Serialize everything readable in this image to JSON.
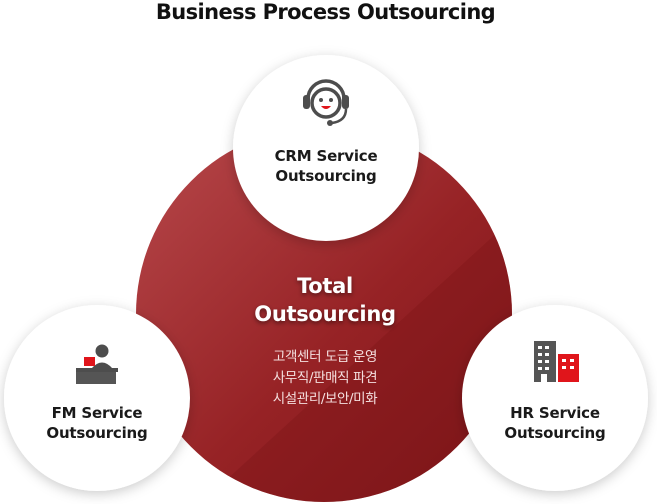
{
  "title": "Business Process Outsourcing",
  "center": {
    "line1": "Total",
    "line2": "Outsourcing",
    "desc": [
      "고객센터 도급 운영",
      "사무직/판매직 파견",
      "시설관리/보안/미화"
    ]
  },
  "services": {
    "crm": {
      "line1": "CRM Service",
      "line2": "Outsourcing",
      "icon": "headset-icon"
    },
    "fm": {
      "line1": "FM Service",
      "line2": "Outsourcing",
      "icon": "office-worker-icon"
    },
    "hr": {
      "line1": "HR Service",
      "line2": "Outsourcing",
      "icon": "buildings-icon"
    }
  },
  "colors": {
    "accent_red": "#e0151b",
    "center_dark": "#8c1a1d",
    "center_light": "#b2474a",
    "icon_gray": "#555555"
  }
}
